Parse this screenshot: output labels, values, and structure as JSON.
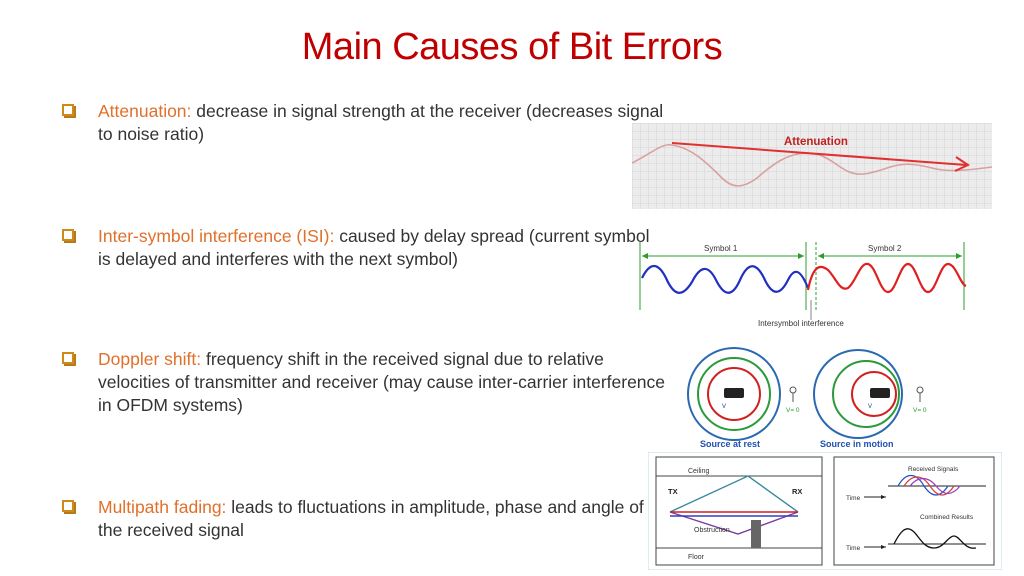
{
  "slide": {
    "title": "Main Causes of Bit Errors",
    "bullets": [
      {
        "term": "Attenuation:",
        "desc": " decrease in signal strength at the receiver (decreases signal to noise ratio)"
      },
      {
        "term": "Inter-symbol interference (ISI):",
        "desc": " caused by delay spread (current symbol is delayed and interferes with the next symbol)"
      },
      {
        "term": "Doppler shift:",
        "desc": " frequency shift in the received signal due to relative velocities of transmitter and receiver (may cause inter-carrier interference in OFDM systems)"
      },
      {
        "term": "Multipath fading:",
        "desc": " leads to fluctuations in amplitude, phase and angle of the received signal"
      }
    ]
  },
  "figures": {
    "attenuation": {
      "label": "Attenuation"
    },
    "isi": {
      "symbol1": "Symbol 1",
      "symbol2": "Symbol 2",
      "caption": "Intersymbol interference"
    },
    "doppler": {
      "rest_caption": "Source at rest",
      "motion_caption": "Source in motion",
      "velocity_label": "V= 0",
      "source_label": "V"
    },
    "multipath": {
      "ceiling": "Ceiling",
      "floor": "Floor",
      "obstruction": "Obstruction",
      "tx": "TX",
      "rx": "RX",
      "received_signals": "Received Signals",
      "combined_results": "Combined Results",
      "time": "Time"
    }
  },
  "colors": {
    "title": "#c00000",
    "term": "#e0702a",
    "checkbox": "#d08a18"
  }
}
